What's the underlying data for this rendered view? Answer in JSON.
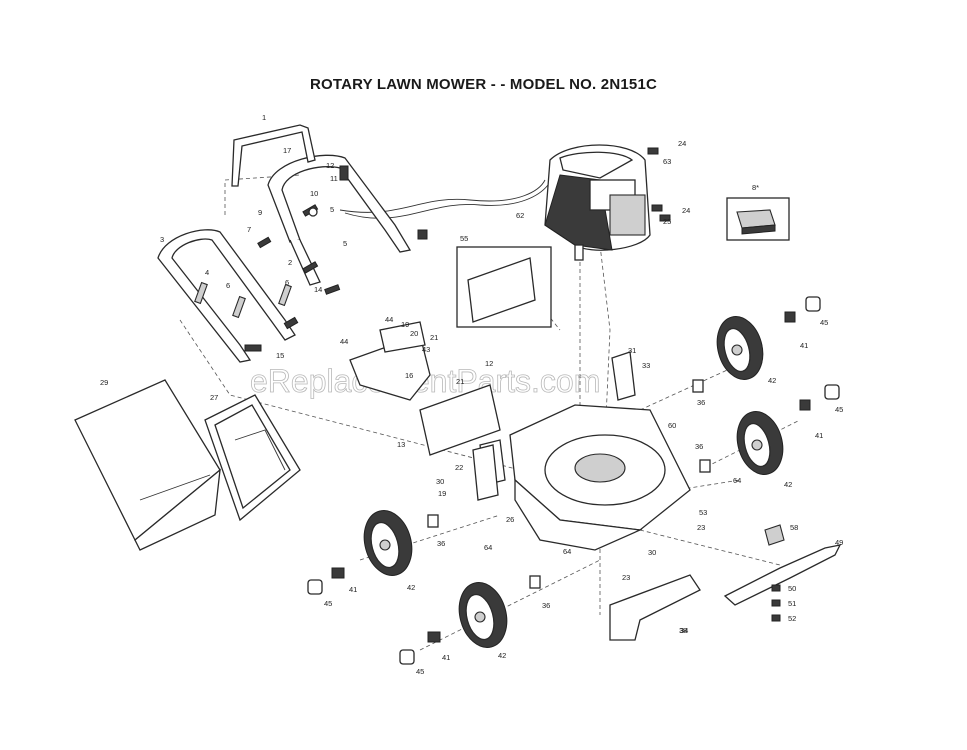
{
  "title": "ROTARY LAWN MOWER - - MODEL NO. 2N151C",
  "watermark": "eReplacementParts.com",
  "callouts": [
    {
      "id": "c1",
      "text": "1"
    },
    {
      "id": "c17",
      "text": "17"
    },
    {
      "id": "c12a",
      "text": "12"
    },
    {
      "id": "c11",
      "text": "11"
    },
    {
      "id": "c10",
      "text": "10"
    },
    {
      "id": "c9",
      "text": "9"
    },
    {
      "id": "c7",
      "text": "7"
    },
    {
      "id": "c3",
      "text": "3"
    },
    {
      "id": "c4",
      "text": "4"
    },
    {
      "id": "c6a",
      "text": "6"
    },
    {
      "id": "c6b",
      "text": "6"
    },
    {
      "id": "c2",
      "text": "2"
    },
    {
      "id": "c5a",
      "text": "5"
    },
    {
      "id": "c5b",
      "text": "5"
    },
    {
      "id": "c14",
      "text": "14"
    },
    {
      "id": "c15",
      "text": "15"
    },
    {
      "id": "c44a",
      "text": "44"
    },
    {
      "id": "c44b",
      "text": "44"
    },
    {
      "id": "c19a",
      "text": "19"
    },
    {
      "id": "c20",
      "text": "20"
    },
    {
      "id": "c21a",
      "text": "21"
    },
    {
      "id": "c43",
      "text": "43"
    },
    {
      "id": "c16",
      "text": "16"
    },
    {
      "id": "c12b",
      "text": "12"
    },
    {
      "id": "c21b",
      "text": "21"
    },
    {
      "id": "c13",
      "text": "13"
    },
    {
      "id": "c24a",
      "text": "24"
    },
    {
      "id": "c63",
      "text": "63"
    },
    {
      "id": "c62",
      "text": "62"
    },
    {
      "id": "c25",
      "text": "25"
    },
    {
      "id": "c24b",
      "text": "24"
    },
    {
      "id": "c8",
      "text": "8*"
    },
    {
      "id": "c55",
      "text": "55"
    },
    {
      "id": "c45a",
      "text": "45"
    },
    {
      "id": "c41a",
      "text": "41"
    },
    {
      "id": "c42a",
      "text": "42"
    },
    {
      "id": "c31",
      "text": "31"
    },
    {
      "id": "c33",
      "text": "33"
    },
    {
      "id": "c36a",
      "text": "36"
    },
    {
      "id": "c45b",
      "text": "45"
    },
    {
      "id": "c41b",
      "text": "41"
    },
    {
      "id": "c36b",
      "text": "36"
    },
    {
      "id": "c42b",
      "text": "42"
    },
    {
      "id": "c60",
      "text": "60"
    },
    {
      "id": "c29",
      "text": "29"
    },
    {
      "id": "c27",
      "text": "27"
    },
    {
      "id": "c22",
      "text": "22"
    },
    {
      "id": "c30a",
      "text": "30"
    },
    {
      "id": "c19b",
      "text": "19"
    },
    {
      "id": "c26",
      "text": "26"
    },
    {
      "id": "c64a",
      "text": "64"
    },
    {
      "id": "c64b",
      "text": "64"
    },
    {
      "id": "c64c",
      "text": "64"
    },
    {
      "id": "c53",
      "text": "53"
    },
    {
      "id": "c23a",
      "text": "23"
    },
    {
      "id": "c30b",
      "text": "30"
    },
    {
      "id": "c23b",
      "text": "23"
    },
    {
      "id": "c36c",
      "text": "36"
    },
    {
      "id": "c42c",
      "text": "42"
    },
    {
      "id": "c41c",
      "text": "41"
    },
    {
      "id": "c45c",
      "text": "45"
    },
    {
      "id": "c36d",
      "text": "36"
    },
    {
      "id": "c42d",
      "text": "42"
    },
    {
      "id": "c41d",
      "text": "41"
    },
    {
      "id": "c45d",
      "text": "45"
    },
    {
      "id": "c38",
      "text": "38"
    },
    {
      "id": "c49",
      "text": "49"
    },
    {
      "id": "c50",
      "text": "50"
    },
    {
      "id": "c51",
      "text": "51"
    },
    {
      "id": "c52",
      "text": "52"
    },
    {
      "id": "c34",
      "text": "34"
    },
    {
      "id": "c58",
      "text": "58"
    }
  ]
}
